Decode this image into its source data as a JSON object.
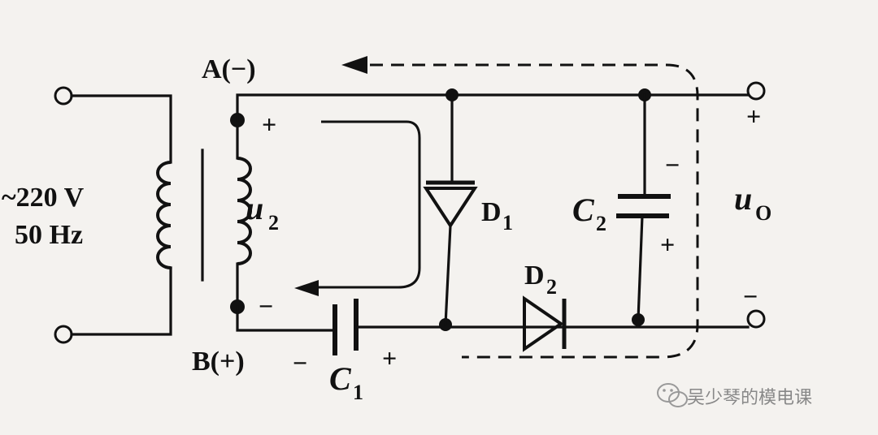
{
  "source": {
    "voltage": "~220 V",
    "frequency": "50 Hz"
  },
  "nodes": {
    "top": "A(−)",
    "bottom": "B(+)"
  },
  "secondary": {
    "symbol": "u",
    "subscript": "2",
    "plus": "+",
    "minus": "−"
  },
  "diode_1": {
    "symbol": "D",
    "subscript": "1"
  },
  "diode_2": {
    "symbol": "D",
    "subscript": "2"
  },
  "capacitor_1": {
    "symbol": "C",
    "subscript": "1",
    "left_sign": "−",
    "right_sign": "+"
  },
  "capacitor_2": {
    "symbol": "C",
    "subscript": "2",
    "top_sign": "−",
    "bottom_sign": "+"
  },
  "output": {
    "symbol": "u",
    "subscript": "O",
    "plus": "+",
    "minus": "−"
  },
  "watermark": {
    "text": "吴少琴的模电课"
  }
}
